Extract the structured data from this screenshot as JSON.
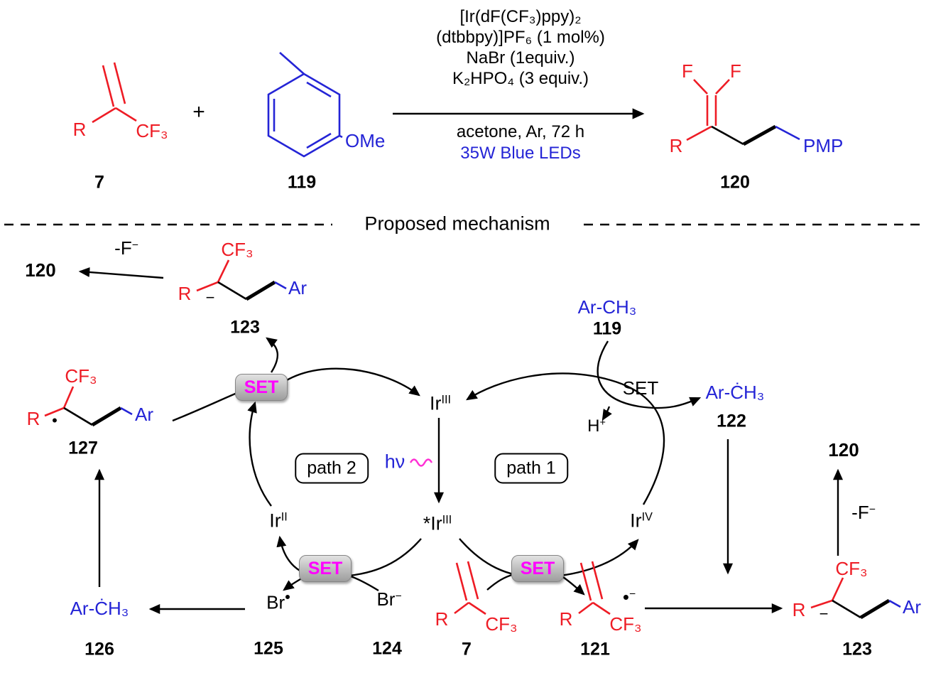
{
  "colors": {
    "red": "#ee1c25",
    "blue": "#2424d6",
    "magenta": "#ff00ff",
    "squiggle_pink": "#ff2fd4"
  },
  "reaction": {
    "r7": {
      "r": "R",
      "cf3": "CF₃",
      "id": "7"
    },
    "plus": "+",
    "r119": {
      "ome": "OMe",
      "id": "119"
    },
    "conditions": [
      "[Ir(dF(CF₃)ppy)₂",
      "(dtbbpy)]PF₆ (1 mol%)",
      "NaBr (1equiv.)",
      "K₂HPO₄ (3 equiv.)",
      "acetone, Ar, 72 h",
      "35W Blue LEDs"
    ],
    "p120": {
      "f1": "F",
      "f2": "F",
      "r": "R",
      "pmp": "PMP",
      "id": "120"
    }
  },
  "divider": "Proposed mechanism",
  "mech": {
    "p120_left": "120",
    "fminus_left": {
      "base": "-F",
      "sup": "−"
    },
    "s123a": {
      "cf3": "CF₃",
      "r": "R",
      "charge": "−",
      "ar": "Ar",
      "id": "123"
    },
    "s127": {
      "cf3": "CF₃",
      "r": "R",
      "dot": "•",
      "ar": "Ar",
      "id": "127"
    },
    "ar119": {
      "text": "Ar-CH₃",
      "id": "119"
    },
    "set_plain": "SET",
    "hplus": {
      "base": "H",
      "sup": "+"
    },
    "ar122": {
      "text": "Ar-ĊH₃",
      "id": "122"
    },
    "p120_right": "120",
    "fminus_right": {
      "base": "-F",
      "sup": "−"
    },
    "ir3": {
      "base": "Ir",
      "sup": "III"
    },
    "ir3star": {
      "base": "*Ir",
      "sup": "III"
    },
    "ir2": {
      "base": "Ir",
      "sup": "II"
    },
    "ir4": {
      "base": "Ir",
      "sup": "IV"
    },
    "hv": "hν",
    "path2": "path 2",
    "path1": "path 1",
    "set_tl": "SET",
    "set_bl": "SET",
    "set_br": "SET",
    "ar126": {
      "text": "Ar-ĊH₃",
      "id": "126"
    },
    "br125": {
      "base": "Br",
      "dot": "•",
      "id": "125"
    },
    "br124": {
      "base": "Br",
      "sup": "−",
      "id": "124"
    },
    "s7": {
      "r": "R",
      "cf3": "CF₃",
      "id": "7"
    },
    "s121": {
      "r": "R",
      "cf3": "CF₃",
      "dot": "•",
      "sup": "−",
      "id": "121"
    },
    "s123b": {
      "cf3": "CF₃",
      "r": "R",
      "charge": "−",
      "ar": "Ar",
      "id": "123"
    }
  }
}
